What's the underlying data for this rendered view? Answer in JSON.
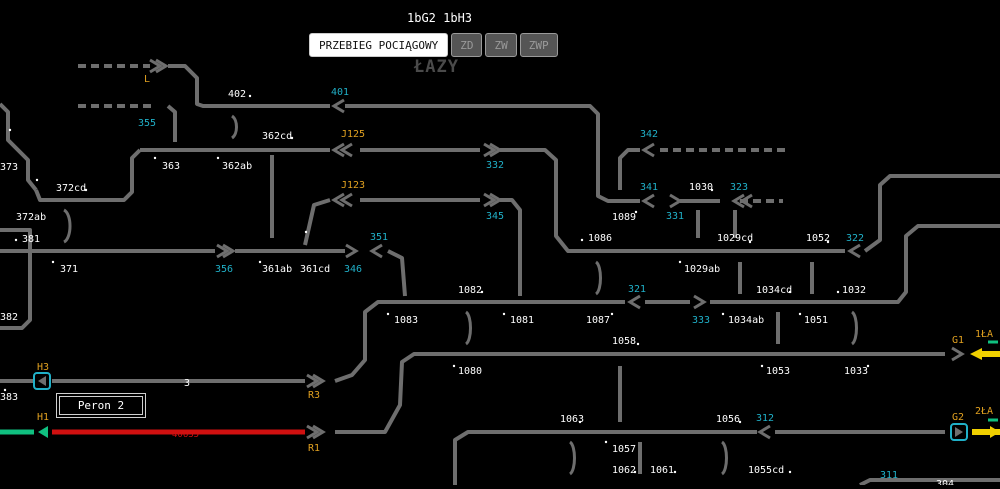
{
  "header": {
    "route": "1bG2 1bH3",
    "station": "ŁAZY"
  },
  "modes": [
    {
      "label": "PRZEBIEG POCIĄGOWY",
      "active": true
    },
    {
      "label": "ZD",
      "active": false
    },
    {
      "label": "ZW",
      "active": false
    },
    {
      "label": "ZWP",
      "active": false
    }
  ],
  "platform": {
    "label": "Peron 2"
  },
  "track_labels": {
    "t402": "402",
    "t362cd": "362cd",
    "t363": "363",
    "t362ab": "362ab",
    "t373": "373",
    "t372cd": "372cd",
    "t372ab": "372ab",
    "t381": "381",
    "t371": "371",
    "t361ab": "361ab",
    "t361cd": "361cd",
    "t382": "382",
    "t383": "383",
    "t3": "3",
    "t1030": "1030",
    "t1089": "1089",
    "t1086": "1086",
    "t1029cd": "1029cd",
    "t1052": "1052",
    "t1029ab": "1029ab",
    "t1082": "1082",
    "t1083": "1083",
    "t1081": "1081",
    "t1087": "1087",
    "t1034cd": "1034cd",
    "t1032": "1032",
    "t1034ab": "1034ab",
    "t1051": "1051",
    "t1058": "1058",
    "t1080": "1080",
    "t1053": "1053",
    "t1033": "1033",
    "t1063": "1063",
    "t1056": "1056",
    "t1057": "1057",
    "t1062": "1062",
    "t1061": "1061",
    "t1055cd": "1055cd",
    "t40635": "40635",
    "t304": "304"
  },
  "signal_labels": {
    "L": "L",
    "s355": "355",
    "s401": "401",
    "J125": "J125",
    "s332": "332",
    "s342": "342",
    "s341": "341",
    "s323": "323",
    "s331": "331",
    "J123": "J123",
    "s345": "345",
    "s351": "351",
    "s356": "356",
    "s346": "346",
    "s322": "322",
    "s321": "321",
    "s333": "333",
    "H3": "H3",
    "H1": "H1",
    "R3": "R3",
    "R1": "R1",
    "G1": "G1",
    "G2": "G2",
    "s312": "312",
    "s311": "311",
    "t1LA": "1ŁA",
    "t2LA": "2ŁA"
  },
  "colors": {
    "track": "#6e6e6e",
    "route_red": "#d01010",
    "route_green": "#10c080",
    "signal_cyan": "#20b0c8",
    "signal_orange": "#e0a020",
    "approach_yellow": "#f0d000"
  }
}
